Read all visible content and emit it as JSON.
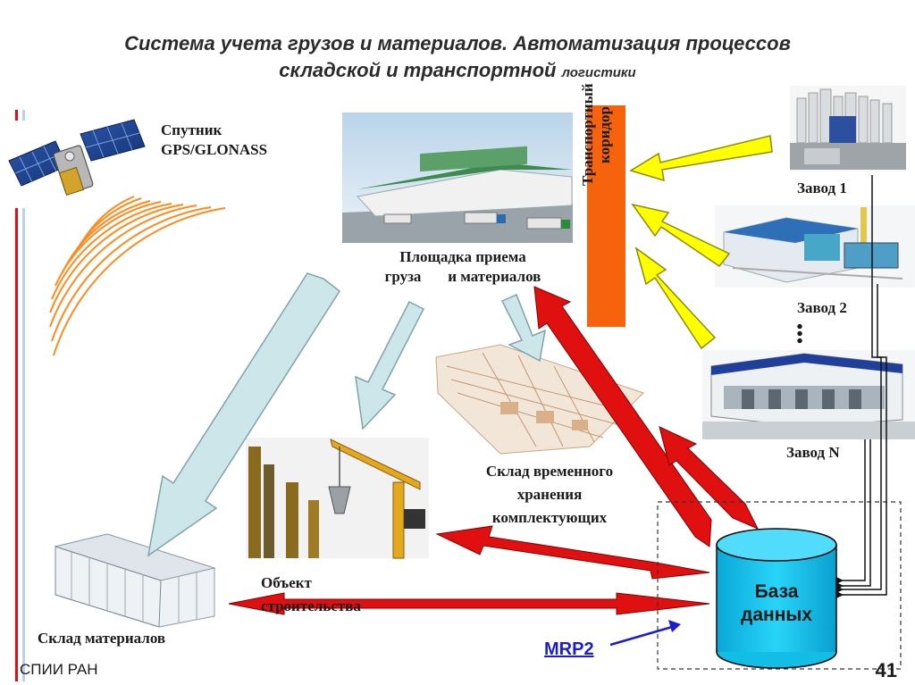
{
  "title": {
    "line1": "Система учета грузов и материалов. Автоматизация процессов",
    "line2_main": "складской и транспортной",
    "line2_small": "логистики"
  },
  "satellite": {
    "line1": "Спутник",
    "line2": "GPS/GLONASS"
  },
  "receiving": {
    "line1": "Площадка приема",
    "line2a": "груза",
    "line2b": "и материалов"
  },
  "corridor": {
    "line1": "Транспортный",
    "line2": "коридор"
  },
  "plants": {
    "plant1": "Завод 1",
    "plant2": "Завод 2",
    "plantN": "Завод N",
    "ellipsis": "• • •"
  },
  "temp_storage": {
    "line1": "Склад временного",
    "line2": "хранения",
    "line3": "комплектующих"
  },
  "construction": {
    "line1": "Объект",
    "line2": "строительства"
  },
  "warehouse": "Склад материалов",
  "database": {
    "line1": "База",
    "line2": "данных"
  },
  "mrp": "MRP2",
  "footer": {
    "org": "СПИИ РАН",
    "page": "41"
  },
  "colors": {
    "red_arrow": "#e01010",
    "yellow_arrow": "#ffff00",
    "corridor": "#f7630c",
    "light_blue_arrow": "#cde6ea",
    "db_cyan": "#13c8f0",
    "orange_waves": "#ff8a1e",
    "mrp_blue": "#1c1cd0"
  }
}
